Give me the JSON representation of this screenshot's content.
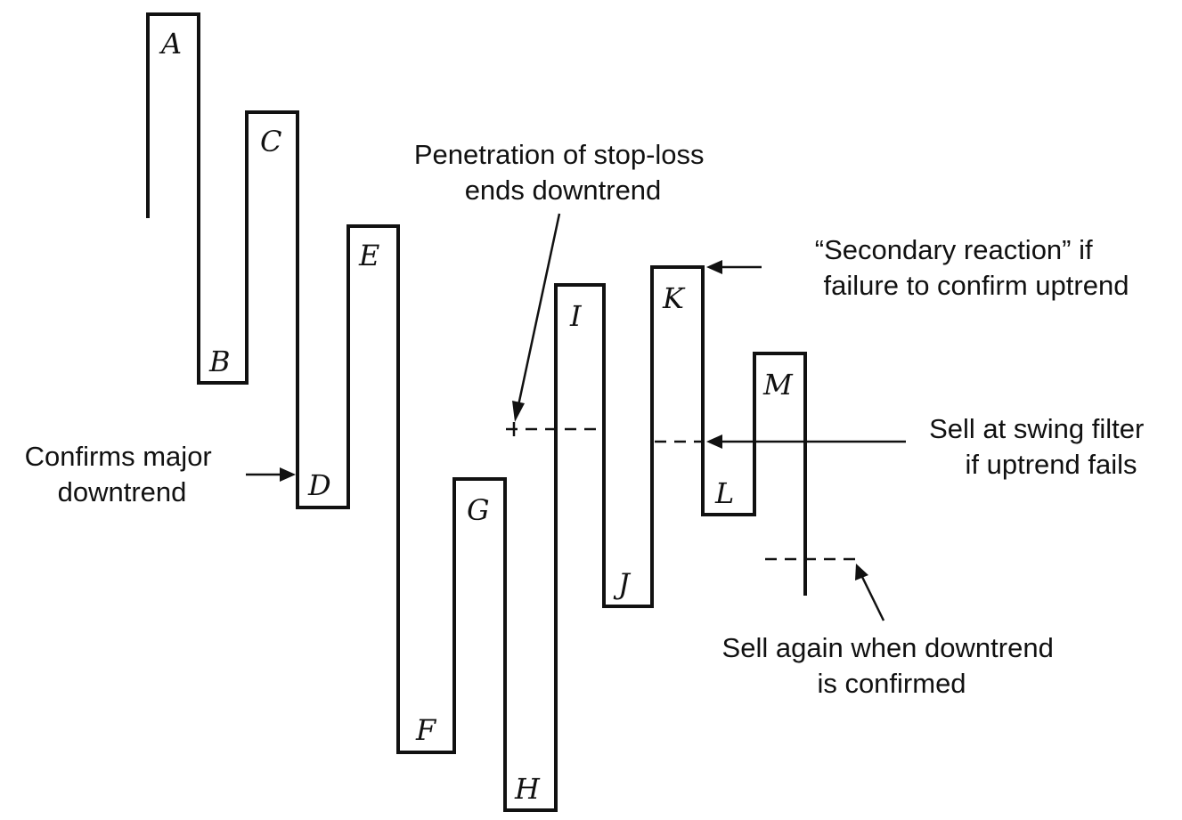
{
  "points": {
    "A": "A",
    "B": "B",
    "C": "C",
    "D": "D",
    "E": "E",
    "F": "F",
    "G": "G",
    "H": "H",
    "I": "I",
    "J": "J",
    "K": "K",
    "L": "L",
    "M": "M"
  },
  "annotations": {
    "stop_loss": [
      "Penetration of stop-loss",
      "ends downtrend"
    ],
    "secondary_reaction": [
      "“Secondary reaction” if",
      "failure to confirm uptrend"
    ],
    "confirms_major": [
      "Confirms major",
      "downtrend"
    ],
    "swing_filter": [
      "Sell at swing filter",
      "if uptrend fails"
    ],
    "sell_again": [
      "Sell again when downtrend",
      "is confirmed"
    ]
  }
}
